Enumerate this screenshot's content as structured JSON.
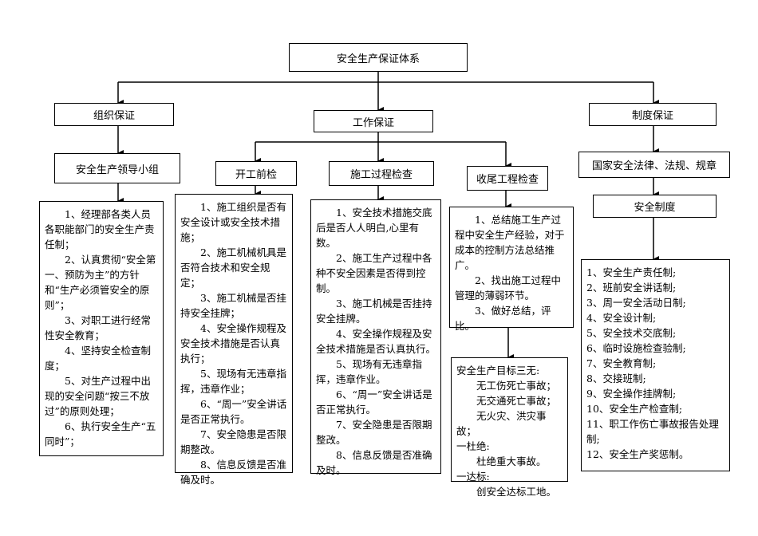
{
  "root": "安全生产保证体系",
  "branches": {
    "org": "组织保证",
    "work": "工作保证",
    "system": "制度保证"
  },
  "org": {
    "group": "安全生产领导小组",
    "items": [
      "1、经理部各类人员各职能部门的安全生产责任制；",
      "2、认真贯彻“安全第一、预防为主”的方针和“生产必须管安全的原则”；",
      "3、对职工进行经常性安全教育；",
      "4、坚持安全检查制度；",
      "5、对生产过程中出现的安全问题“按三不放过”的原则处理；",
      "6、执行安全生产“五同时”；"
    ]
  },
  "work": {
    "pre_check": {
      "title": "开工前检",
      "items": [
        "1、施工组织是否有安全设计或安全技术措施；",
        "2、施工机械机具是否符合技术和安全规定；",
        "3、施工机械是否挂持安全挂牌；",
        "4、安全操作规程及安全技术措施是否认真执行；",
        "5、现场有无违章指挥，违章作业；",
        "6、“周一”安全讲话是否正常执行。",
        "7、安全隐患是否限期整改。",
        "8、信息反馈是否准确及时。"
      ]
    },
    "process_check": {
      "title": "施工过程检查",
      "items": [
        "1、安全技术措施交底后是否人人明白,心里有数。",
        "2、施工生产过程中各种不安全因素是否得到控制。",
        "3、施工机械是否挂持安全挂牌。",
        "4、安全操作规程及安全技术措施是否认真执行。",
        "5、现场有无违章指挥，违章作业。",
        "6、“周一”安全讲话是否正常执行。",
        "7、安全隐患是否限期整改。",
        "8、信息反馈是否准确及时。"
      ]
    },
    "final_check": {
      "title": "收尾工程检查",
      "items": [
        "1、总结施工生产过程中安全生产经验，对于成本的控制方法总结推广。",
        "2、找出施工过程中管理的薄弱环节。",
        "3、做好总结，评比。"
      ]
    },
    "goals": {
      "heading": "安全生产目标三无:",
      "three_none": [
        "无工伤死亡事故；",
        "无交通死亡事故；",
        "无火灾、洪灾事故；"
      ],
      "one_stop_label": "一杜绝:",
      "one_stop": "杜绝重大事故。",
      "one_reach_label": "一达标:",
      "one_reach": "创安全达标工地。"
    }
  },
  "system": {
    "law": "国家安全法律、法规、规章",
    "sub": "安全制度",
    "items": [
      "1、安全生产责任制;",
      "2、班前安全讲话制;",
      "3、周一安全活动日制;",
      "4、安全设计制;",
      "5、安全技术交底制;",
      "6、临时设施检查验制;",
      "7、安全教育制;",
      "8、交接班制;",
      "9、安全操作挂牌制;",
      "10、安全生产检查制;",
      "11、职工作伤亡事故报告处理制;",
      "12、安全生产奖惩制。"
    ]
  }
}
